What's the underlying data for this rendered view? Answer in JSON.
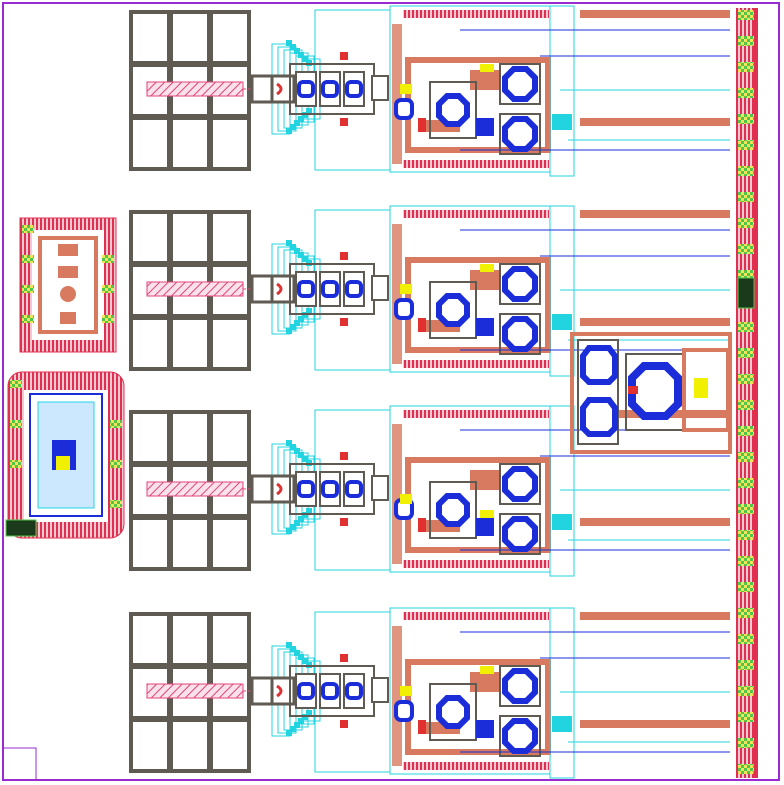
{
  "view": "ic-layout",
  "colors": {
    "background": "#ffffff",
    "boundary": "#9a2bd1",
    "pad_frame": "#5f5a52",
    "hatch": "#e0457a",
    "metal_orange": "#d77a5f",
    "metal_blue": "#1a2dd8",
    "routing_cyan": "#22d4e0",
    "highlight_yellow": "#f0f000",
    "contact_red": "#e03030",
    "fill_green": "#4fc54a",
    "seal_ring": "#d02560"
  },
  "channels": [
    {
      "id": "ch1"
    },
    {
      "id": "ch2"
    },
    {
      "id": "ch3"
    },
    {
      "id": "ch4"
    }
  ]
}
